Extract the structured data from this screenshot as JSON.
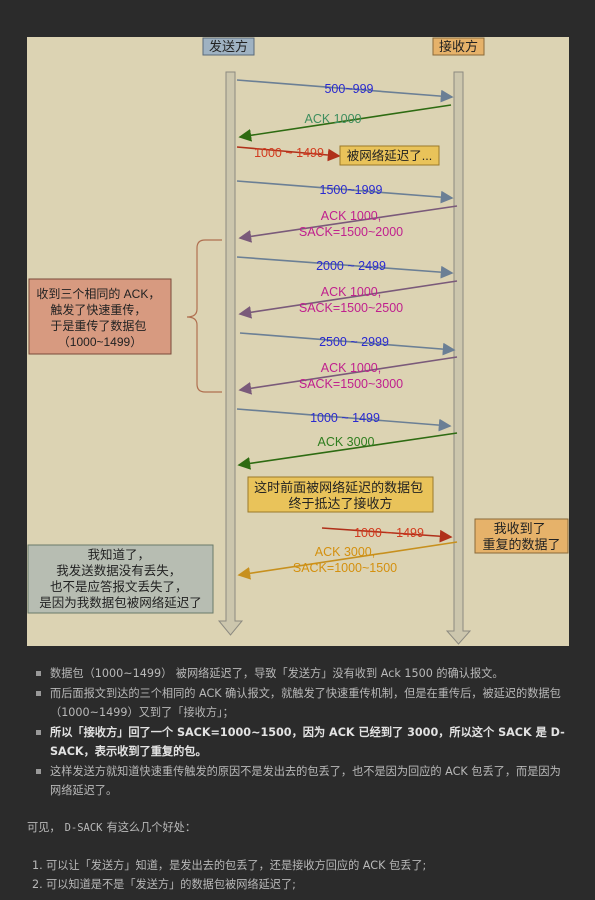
{
  "diagram": {
    "sender_label": "发送方",
    "receiver_label": "接收方",
    "arrows": [
      {
        "text": "500~999",
        "color": "#2a2ad0"
      },
      {
        "text": "ACK 1000",
        "color": "#3e8e5e"
      },
      {
        "text": "1000 ~ 1499",
        "color": "#d23a1e"
      },
      {
        "text": "1500~1999",
        "color": "#2a2ad0"
      },
      {
        "text": "ACK 1000,",
        "color": "#c0208e"
      },
      {
        "text": "SACK=1500~2000",
        "color": "#c0208e"
      },
      {
        "text": "2000 ~ 2499",
        "color": "#2a2ad0"
      },
      {
        "text": "ACK 1000,",
        "color": "#c0208e"
      },
      {
        "text": "SACK=1500~2500",
        "color": "#c0208e"
      },
      {
        "text": "2500 ~ 2999",
        "color": "#2a2ad0"
      },
      {
        "text": "ACK 1000,",
        "color": "#c0208e"
      },
      {
        "text": "SACK=1500~3000",
        "color": "#c0208e"
      },
      {
        "text": "1000 ~ 1499",
        "color": "#2a2ad0"
      },
      {
        "text": "ACK 3000",
        "color": "#2e7d1e"
      },
      {
        "text": "1000 ~ 1499",
        "color": "#d23a1e"
      },
      {
        "text": "ACK 3000,",
        "color": "#d4900e"
      },
      {
        "text": "SACK=1000~1500",
        "color": "#d4900e"
      }
    ],
    "delayed_note": "被网络延迟了...",
    "fast_retransmit_note": [
      "收到三个相同的 ACK，",
      "触发了快速重传，",
      "于是重传了数据包",
      "（1000~1499）"
    ],
    "arrived_note": [
      "这时前面被网络延迟的数据包",
      "终于抵达了接收方"
    ],
    "duplicate_note": [
      "我收到了",
      "重复的数据了"
    ],
    "sender_knows_note": [
      "我知道了，",
      "我发送数据没有丢失，",
      "也不是应答报文丢失了，",
      "是因为我数据包被网络延迟了"
    ]
  },
  "bullets": [
    "数据包（1000~1499） 被网络延迟了，导致「发送方」没有收到 Ack 1500 的确认报文。",
    "而后面报文到达的三个相同的 ACK 确认报文，就触发了快速重传机制，但是在重传后，被延迟的数据包（1000~1499）又到了「接收方」；",
    "所以「接收方」回了一个 SACK=1000~1500，因为 ACK 已经到了 3000，所以这个 SACK 是 D-SACK，表示收到了重复的包。",
    "这样发送方就知道快速重传触发的原因不是发出去的包丢了，也不是因为回应的 ACK 包丢了，而是因为网络延迟了。"
  ],
  "intro": {
    "prefix": "可见，",
    "code": "D-SACK",
    "suffix": "有这么几个好处："
  },
  "benefits": [
    {
      "num": "1.",
      "text": "可以让「发送方」知道，是发出去的包丢了，还是接收方回应的 ACK 包丢了;"
    },
    {
      "num": "2.",
      "text": "可以知道是不是「发送方」的数据包被网络延迟了;"
    }
  ]
}
